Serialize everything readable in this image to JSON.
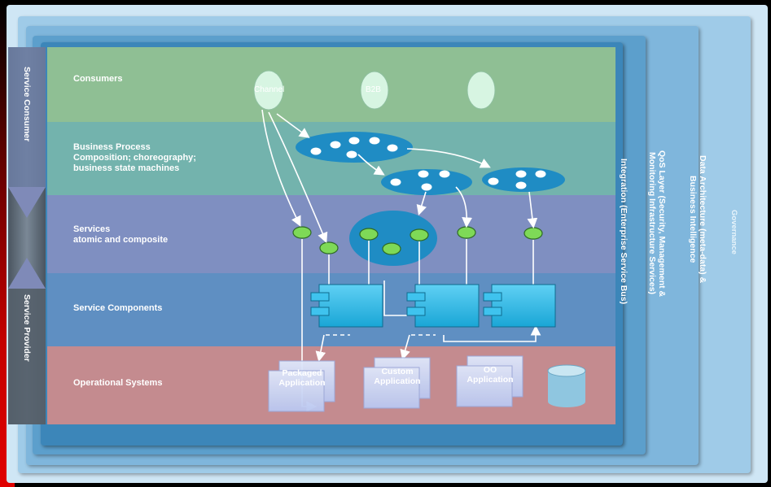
{
  "layers": [
    {
      "id": "consumers",
      "label": "Consumers"
    },
    {
      "id": "business-process",
      "label": "Business Process\nComposition; choreography;\nbusiness state machines"
    },
    {
      "id": "services",
      "label": "Services\natomic and composite"
    },
    {
      "id": "service-components",
      "label": "Service Components"
    },
    {
      "id": "operational-systems",
      "label": "Operational Systems"
    }
  ],
  "side_labels": {
    "consumer": "Service Consumer",
    "provider": "Service Provider"
  },
  "vertical_layers": {
    "integration": "Integration (Enterprise Service Bus)",
    "qos": "QoS Layer (Security, Management &\nMonitoring Infrastructure Services)",
    "data_architecture": "Data Architecture (meta-data) &\nBusiness Intelligence",
    "governance": "Governance"
  },
  "consumers": [
    "Channel",
    "B2B",
    ""
  ],
  "applications": [
    "Packaged\nApplication",
    "Custom\nApplication",
    "OO\nApplication"
  ],
  "colors": {
    "consumers_band": "#8fbf94",
    "business_process_band": "#73b3ad",
    "services_band": "#7f8fc1",
    "components_band": "#5f8fc2",
    "operational_band": "#c48b8f",
    "process_ellipse": "#1f8cc4",
    "service_node": "#7ed957",
    "component_box": "#2fb8e6"
  }
}
